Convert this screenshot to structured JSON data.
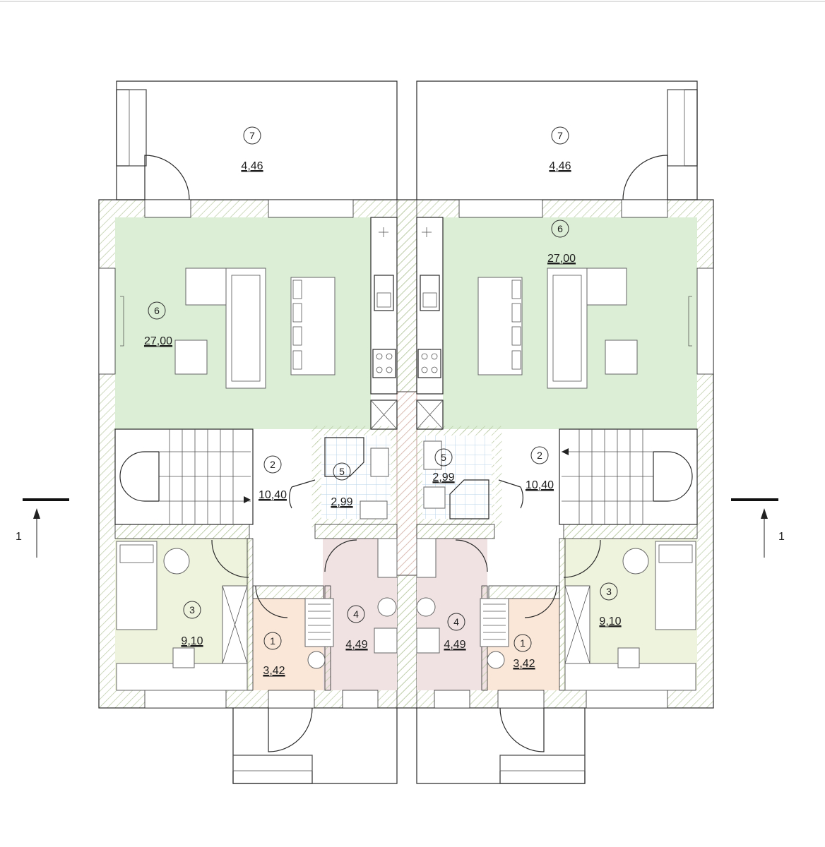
{
  "colors": {
    "living": "#dcefd6",
    "bedroom": "#eef3dd",
    "bath": "#f0e2e2",
    "hall": "#fbe7d8",
    "wc_tile": "#cfe3f3",
    "wall_hatch": "#b9c9a2",
    "partition_hatch": "#e3b3b3"
  },
  "rooms": [
    {
      "id": "left-terrace",
      "number": "7",
      "area": "4,46"
    },
    {
      "id": "right-terrace",
      "number": "7",
      "area": "4,46"
    },
    {
      "id": "left-living",
      "number": "6",
      "area": "27,00"
    },
    {
      "id": "right-living",
      "number": "6",
      "area": "27,00"
    },
    {
      "id": "left-hall",
      "number": "2",
      "area": "10,40"
    },
    {
      "id": "right-hall",
      "number": "2",
      "area": "10,40"
    },
    {
      "id": "left-wc",
      "number": "5",
      "area": "2,99"
    },
    {
      "id": "right-wc",
      "number": "5",
      "area": "2,99"
    },
    {
      "id": "left-bedroom",
      "number": "3",
      "area": "9,10"
    },
    {
      "id": "right-bedroom",
      "number": "3",
      "area": "9,10"
    },
    {
      "id": "left-vestibule",
      "number": "1",
      "area": "3,42"
    },
    {
      "id": "right-vestibule",
      "number": "1",
      "area": "3,42"
    },
    {
      "id": "left-bathroom",
      "number": "4",
      "area": "4,49"
    },
    {
      "id": "right-bathroom",
      "number": "4",
      "area": "4,49"
    }
  ],
  "section_marks": {
    "left": "1",
    "right": "1"
  }
}
